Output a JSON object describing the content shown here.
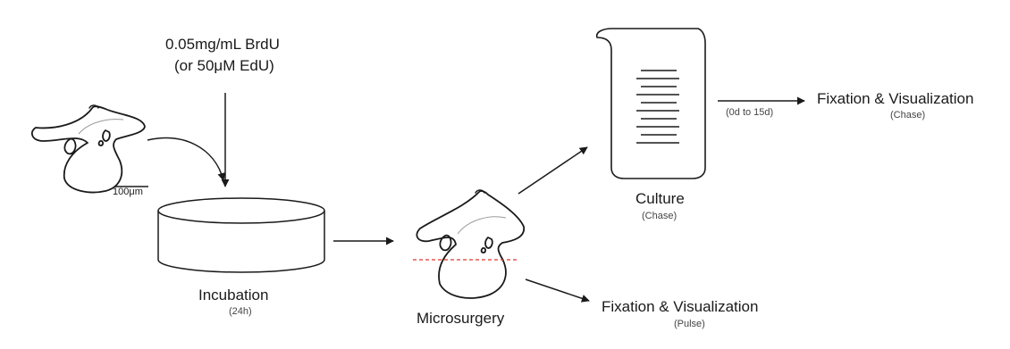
{
  "reagent": {
    "line1": "0.05mg/mL BrdU",
    "line2": "(or 50μM EdU)"
  },
  "scale_bar": "100μm",
  "incubation": {
    "title": "Incubation",
    "detail": "(24h)"
  },
  "microsurgery": {
    "title": "Microsurgery"
  },
  "culture": {
    "title": "Culture",
    "detail": "(Chase)"
  },
  "chase_duration": "(0d to 15d)",
  "fixation_chase": {
    "title": "Fixation & Visualization",
    "detail": "(Chase)"
  },
  "fixation_pulse": {
    "title": "Fixation & Visualization",
    "detail": "(Pulse)"
  },
  "colors": {
    "line": "#1a1a1a",
    "cut_line": "#e0352b",
    "faint_line": "#9a9a9a"
  }
}
